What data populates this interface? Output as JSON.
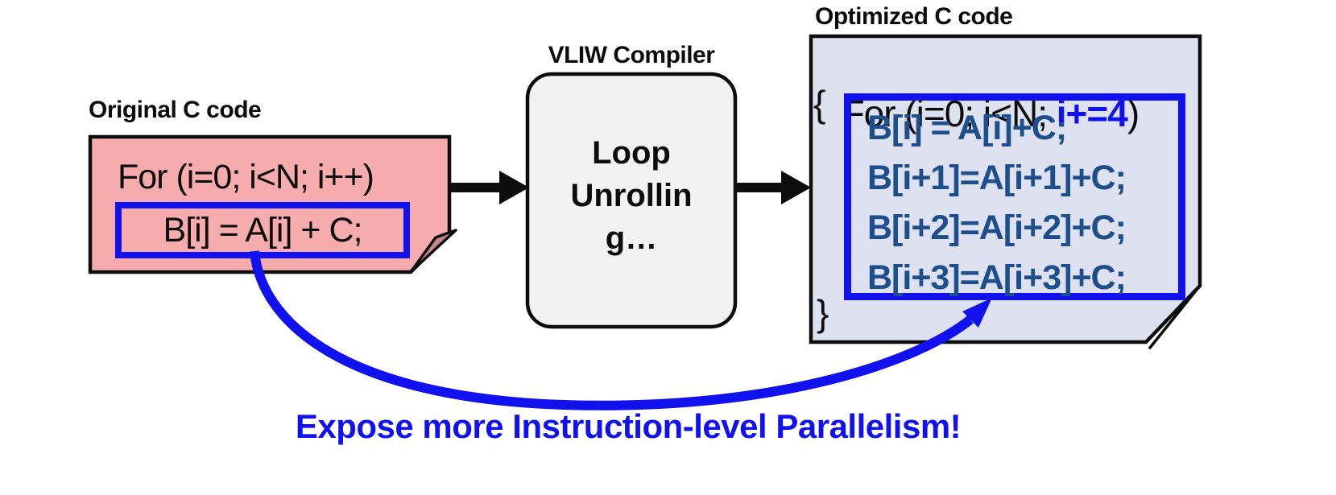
{
  "palette": {
    "background": "#ffffff",
    "black": "#0d0d0d",
    "blue": "#1111ee",
    "dark_blue": "#1f4e8c",
    "pink": "#f6abad",
    "pink_fold": "#c9868a",
    "lavender": "#dde1f0",
    "gray_fold": "#afafb7",
    "compiler_fill": "#f2f2f2"
  },
  "original": {
    "title": "Original C code",
    "loop_header": "For (i=0; i<N; i++)",
    "loop_body": "B[i] = A[i] + C;"
  },
  "compiler": {
    "title": "VLIW Compiler",
    "lines": [
      "Loop",
      "Unrollin",
      "g…"
    ]
  },
  "optimized": {
    "title": "Optimized C code",
    "loop_header_prefix": "For (i=0; i<N; ",
    "loop_step": "i+=4",
    "loop_header_suffix": ")",
    "open_brace": "{",
    "close_brace": "}",
    "body_lines": [
      "B[i] = A[i]+C;",
      "B[i+1]=A[i+1]+C;",
      "B[i+2]=A[i+2]+C;",
      "B[i+3]=A[i+3]+C;"
    ]
  },
  "caption": "Expose more Instruction-level Parallelism!"
}
